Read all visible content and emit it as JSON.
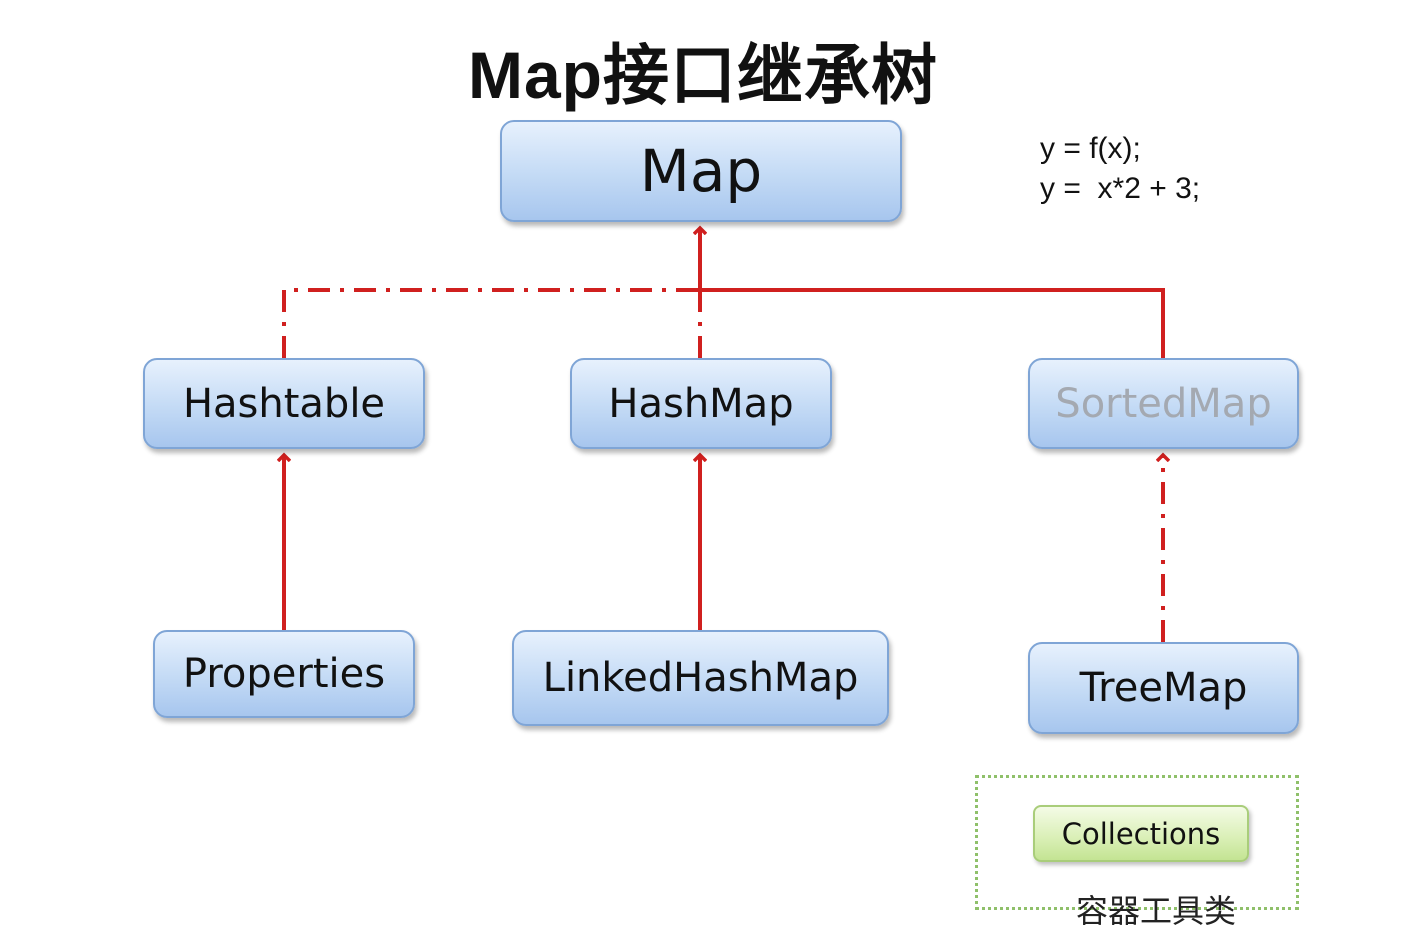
{
  "title": "Map接口继承树",
  "nodes": {
    "map": "Map",
    "hashtable": "Hashtable",
    "hashmap": "HashMap",
    "sortedmap": "SortedMap",
    "properties": "Properties",
    "linkedhashmap": "LinkedHashMap",
    "treemap": "TreeMap"
  },
  "utility": {
    "label": "Collections",
    "caption": "容器工具类"
  },
  "formula": {
    "line1": "y = f(x);",
    "line2": "y =  x*2 + 3;"
  },
  "colors": {
    "edge": "#d0201f",
    "node_border": "#7fa5d6",
    "node_fill": "#c3daf5",
    "utility_border": "#a9cd7a",
    "utility_frame": "#8fc06a"
  }
}
